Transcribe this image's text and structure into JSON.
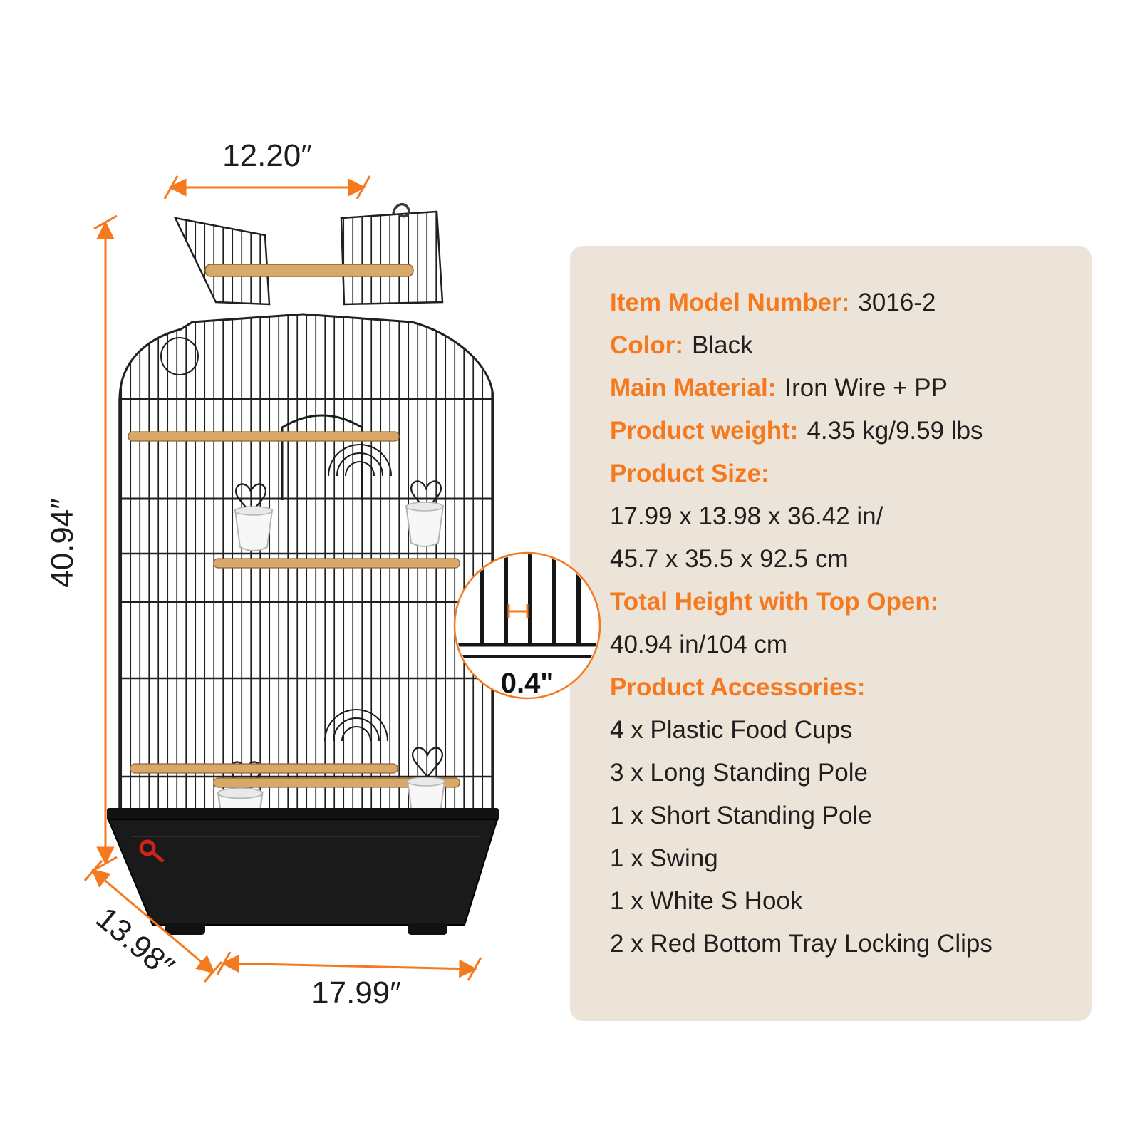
{
  "dimensions": {
    "top_width": "12.20″",
    "total_height": "40.94″",
    "base_depth": "13.98″",
    "base_width": "17.99″",
    "wire_spacing": "0.4\""
  },
  "specs": {
    "rows": [
      {
        "label": "Item Model Number:",
        "value": "3016-2"
      },
      {
        "label": "Color:",
        "value": "Black"
      },
      {
        "label": "Main Material:",
        "value": "Iron Wire + PP"
      },
      {
        "label": "Product weight:",
        "value": "4.35 kg/9.59 lbs"
      },
      {
        "label": "Product Size:",
        "value": ""
      },
      {
        "label": "",
        "value": "17.99 x 13.98 x 36.42 in/"
      },
      {
        "label": "",
        "value": "45.7 x 35.5 x 92.5 cm"
      },
      {
        "label": "Total Height with Top Open:",
        "value": ""
      },
      {
        "label": "",
        "value": "40.94 in/104 cm"
      },
      {
        "label": "Product Accessories:",
        "value": ""
      },
      {
        "label": "",
        "value": "4 x Plastic Food Cups"
      },
      {
        "label": "",
        "value": "3 x Long Standing Pole"
      },
      {
        "label": "",
        "value": "1 x Short Standing Pole"
      },
      {
        "label": "",
        "value": "1 x Swing"
      },
      {
        "label": "",
        "value": "1 x White S Hook"
      },
      {
        "label": "",
        "value": "2 x Red Bottom Tray Locking Clips"
      }
    ]
  },
  "colors": {
    "accent": "#f4791f",
    "panel_background": "#ece4d8",
    "cage_color": "#1c1c1c",
    "wood_color": "#d9a768",
    "tray_color": "#1a1a1a"
  }
}
